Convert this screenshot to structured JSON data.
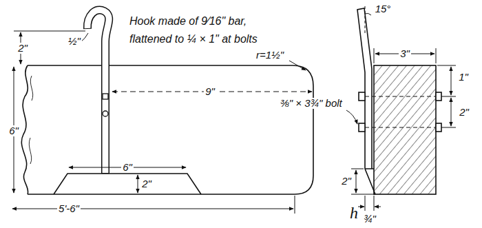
{
  "diagram": {
    "labels": [
      "Hook made of 9⁄16\" bar, flattened to ¼ × 1\" at bolts",
      "2\"",
      "½\"",
      "r=1½\"",
      "9\"",
      "6\"",
      "6\"",
      "2\"",
      "5'-6\"",
      "15°",
      "3\"",
      "⅜\" × 3¾\" bolt",
      "1\"",
      "2\"",
      "2\"",
      "¾\"",
      "h"
    ]
  }
}
